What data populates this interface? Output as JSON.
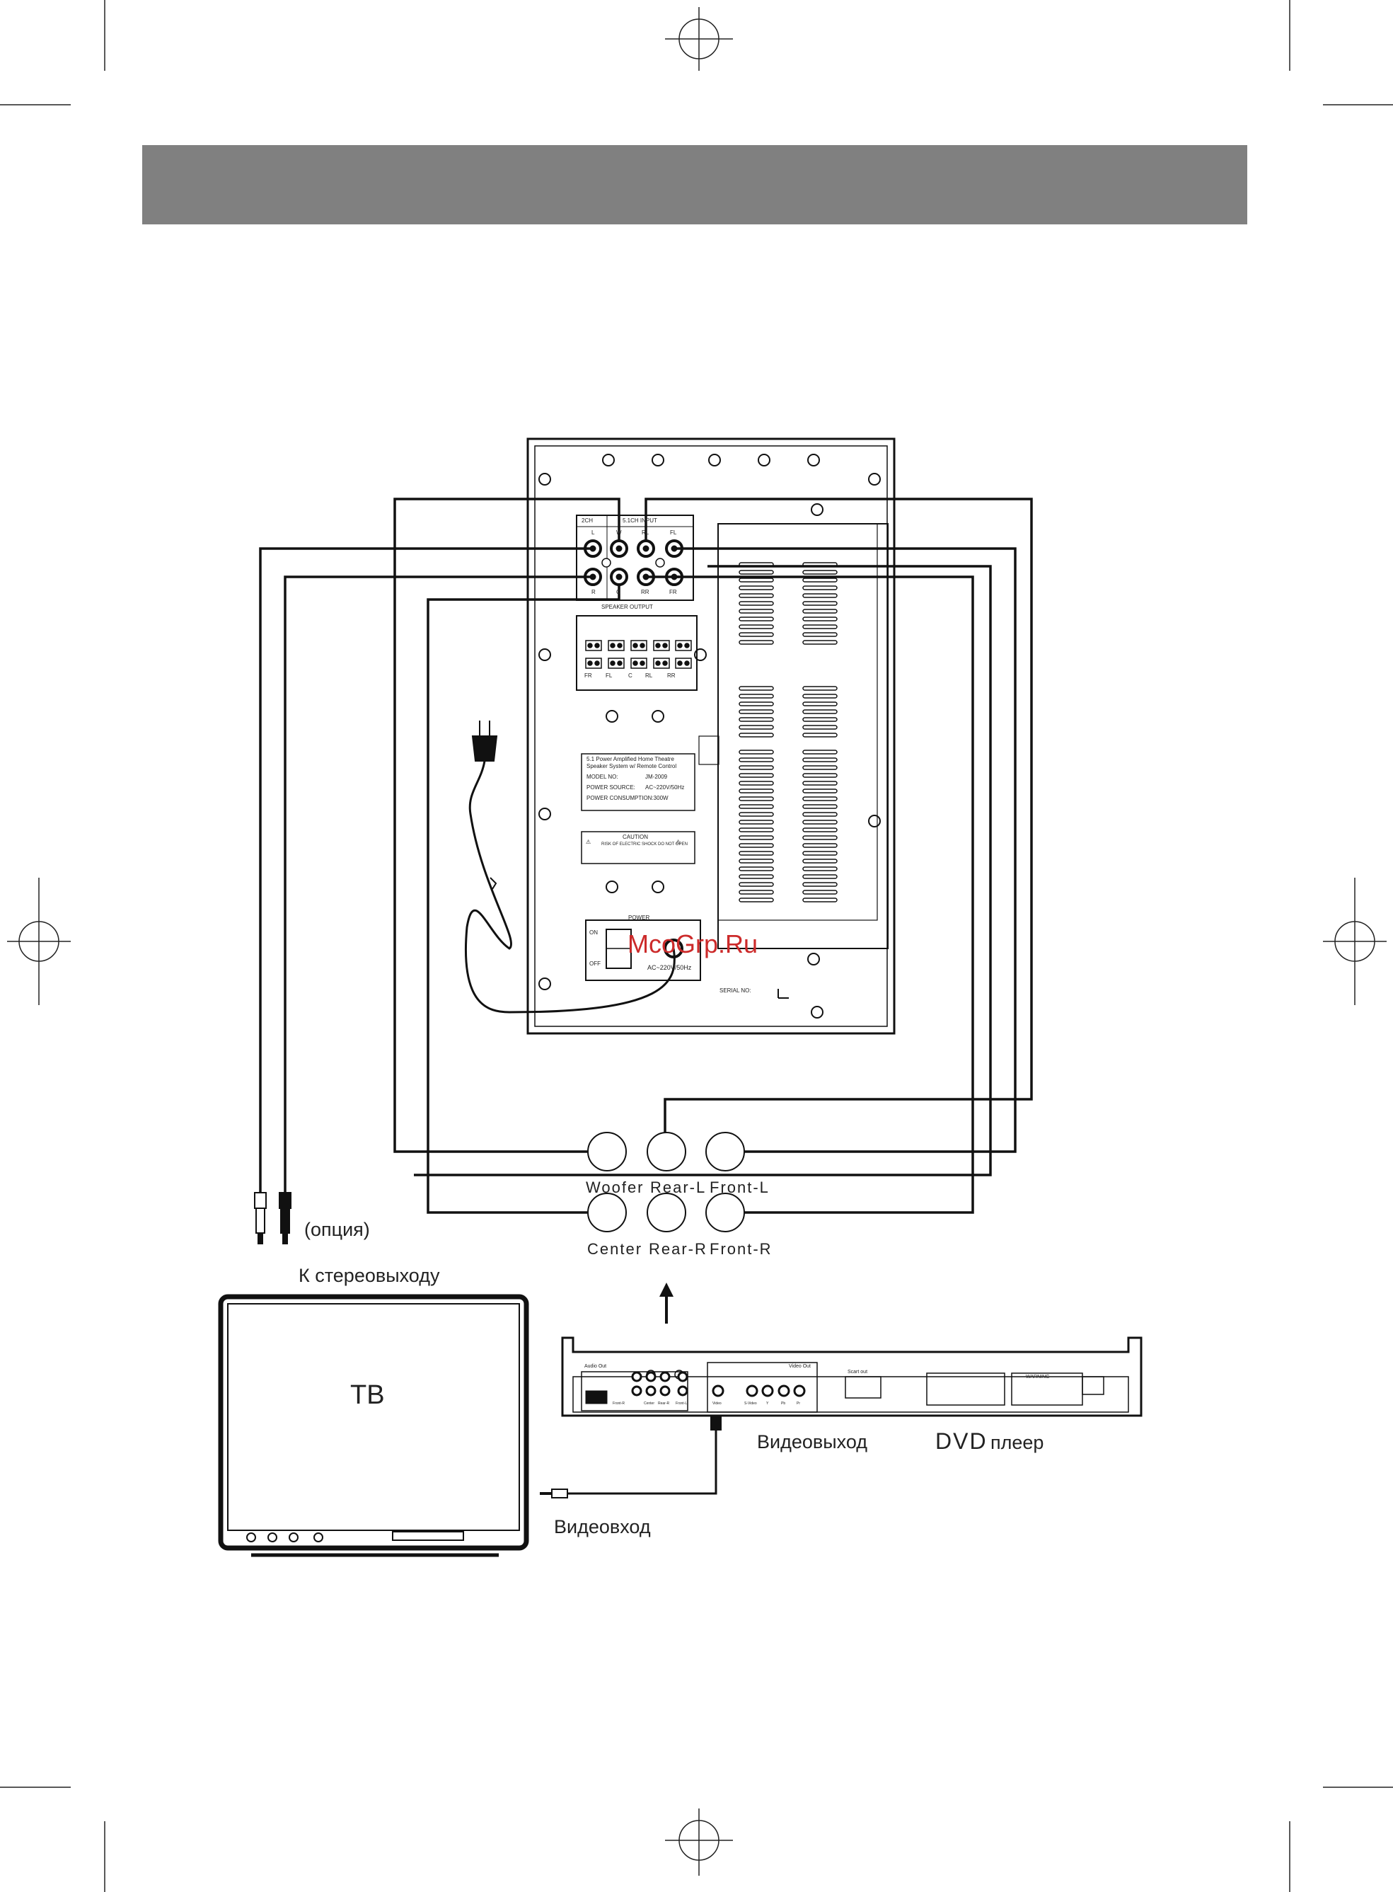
{
  "header": {
    "text": ""
  },
  "subwoofer_panel": {
    "input_header_2ch": "2CH",
    "input_header_51": "5.1CH INPUT",
    "input_top": [
      "L",
      "W",
      "RL",
      "FL"
    ],
    "input_bottom": [
      "R",
      "C",
      "RR",
      "FR"
    ],
    "speaker_output_title": "SPEAKER OUTPUT",
    "speaker_output_labels": [
      "FR",
      "FL",
      "C",
      "RL",
      "RR"
    ],
    "rating_lines": [
      "5.1 Power Amplified Home Theatre",
      "Speaker System w/ Remote Control",
      "MODEL NO:",
      "JM-2009",
      "POWER SOURCE:",
      "AC~220V/50Hz",
      "POWER CONSUMPTION:300W"
    ],
    "caution_title": "CAUTION",
    "caution_text": "RISK OF ELECTRIC SHOCK DO NOT OPEN",
    "power_title": "POWER",
    "power_on": "ON",
    "power_off": "OFF",
    "power_rating": "AC~220V/50Hz",
    "serial": "SERIAL NO:"
  },
  "watermark": "McoGrp.Ru",
  "jacks": {
    "woofer": "Woofer",
    "rear_l": "Rear-L",
    "front_l": "Front-L",
    "center": "Center",
    "rear_r": "Rear-R",
    "front_r": "Front-R"
  },
  "labels": {
    "option": "(опция)",
    "to_stereo": "К стереовыходу",
    "tv": "ТВ",
    "video_out": "Видеовыход",
    "video_in": "Видеовход",
    "dvd_brand": "DVD",
    "dvd_word": "плеер"
  },
  "dvd_panel": {
    "audio_out": "Audio Out",
    "video_out": "Video Out",
    "scart_out": "Scart out",
    "warning": "WARNING",
    "jack_labels": [
      "Front-R",
      "Center",
      "Rear-R",
      "Front-L"
    ],
    "video_jack_labels": [
      "Video",
      "S-Video",
      "Y",
      "Pb",
      "Pr"
    ]
  }
}
